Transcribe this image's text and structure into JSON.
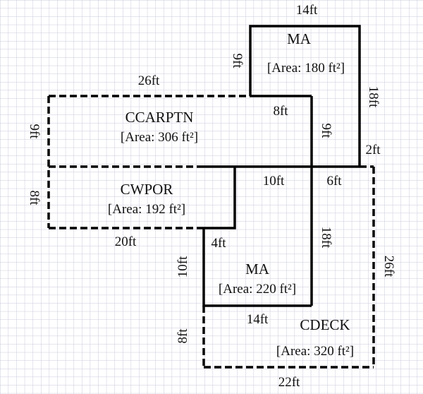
{
  "diagram": {
    "type": "floor-plan",
    "background": "grid",
    "colors": {
      "grid": "#c9c9dc",
      "line": "#000000",
      "text": "#111111"
    },
    "rooms": [
      {
        "id": "ma_top",
        "name": "MA",
        "area": "[Area: 180 ft²]",
        "border": "solid"
      },
      {
        "id": "ccarptn",
        "name": "CCARPTN",
        "area": "[Area: 306 ft²]",
        "border": "dashed"
      },
      {
        "id": "cwpor",
        "name": "CWPOR",
        "area": "[Area: 192 ft²]",
        "border": "dashed"
      },
      {
        "id": "ma_center",
        "name": "MA",
        "area": "[Area: 220 ft²]",
        "border": "solid"
      },
      {
        "id": "cdeck",
        "name": "CDECK",
        "area": "[Area: 320 ft²]",
        "border": "dashed"
      }
    ],
    "dimensions": {
      "ma_top_width": "14ft",
      "ma_top_left": "9ft",
      "ma_top_right": "18ft",
      "ma_top_step": "2ft",
      "ccarptn_width": "26ft",
      "ccarptn_left": "9ft",
      "ccarptn_inner_top": "8ft",
      "ccarptn_inner_right": "9ft",
      "cwpor_left": "8ft",
      "cwpor_bottom": "20ft",
      "center_top": "10ft",
      "center_top_right": "6ft",
      "center_step": "4ft",
      "center_left": "10ft",
      "center_right": "18ft",
      "center_bottom": "14ft",
      "cdeck_right": "26ft",
      "cdeck_left": "8ft",
      "cdeck_bottom": "22ft"
    }
  }
}
